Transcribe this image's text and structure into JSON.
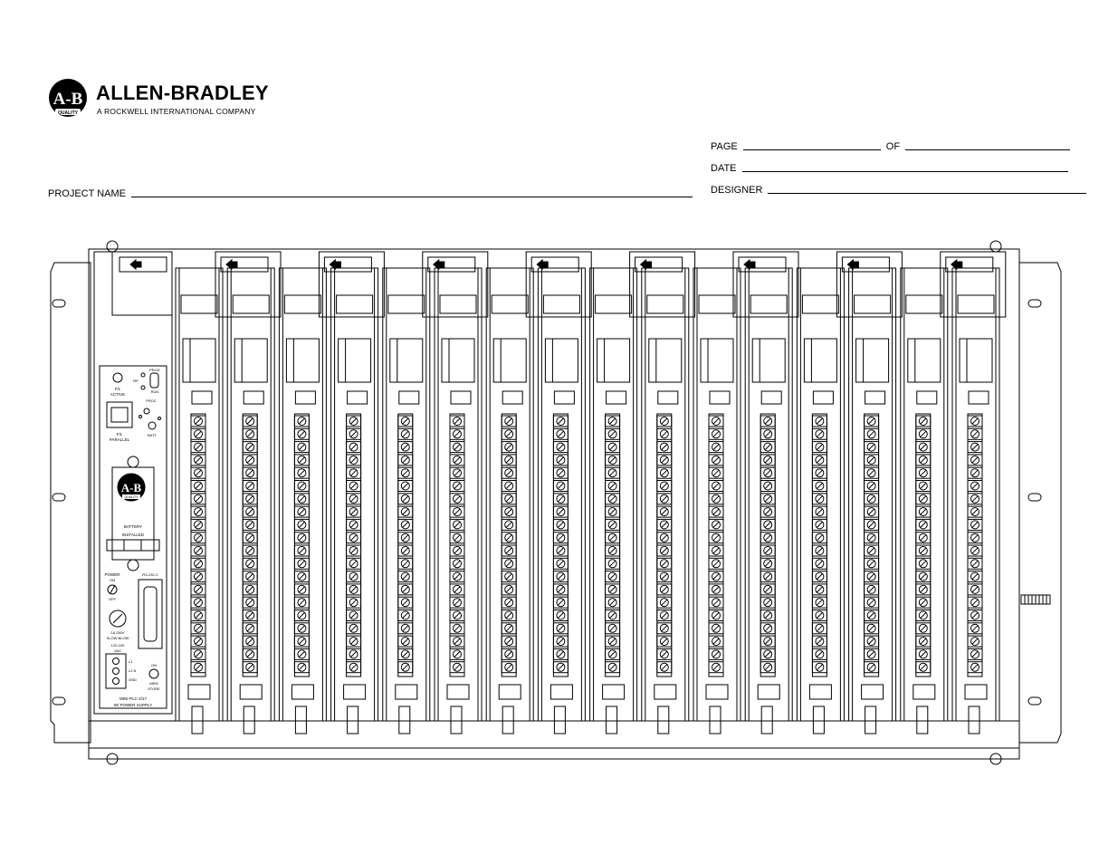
{
  "header": {
    "logo_mark": "A-B",
    "logo_quality": "QUALITY",
    "brand": "ALLEN-BRADLEY",
    "tagline": "A ROCKWELL INTERNATIONAL COMPANY"
  },
  "form": {
    "page_label": "PAGE",
    "of_label": "OF",
    "date_label": "DATE",
    "designer_label": "DESIGNER",
    "project_name_label": "PROJECT NAME"
  },
  "processor": {
    "rp_label": "RP",
    "fault_active": [
      "F/L",
      "ACTIVE"
    ],
    "prog_label": "PROG",
    "run_label": "RUN",
    "proc_label": "PROC",
    "fault_parallel": [
      "F/L",
      "PARALLEL"
    ],
    "batt_label": "BATT",
    "logo_mark": "A-B",
    "logo_quality": "QUALITY",
    "battery_label": "BATTERY",
    "installed_label": "INSTALLED",
    "power_label": "POWER",
    "on_label": "ON",
    "off_label": "OFF",
    "rs232_label": "RS-232-C",
    "fuse_lines": [
      "1A 250V",
      "SLOW BLOW"
    ],
    "voltage_lines": [
      "120-220",
      "VAC"
    ],
    "terminal_labels": [
      "L1",
      "L2 N",
      "GND"
    ],
    "mem_on_label": "ON",
    "mem_store_lines": [
      "MEM",
      "STORE"
    ],
    "model_lines": [
      "MINI-PLC-2/17",
      "W/ POWER SUPPLY"
    ]
  },
  "rack": {
    "slot_count": 16,
    "terminals_per_module": 20
  }
}
